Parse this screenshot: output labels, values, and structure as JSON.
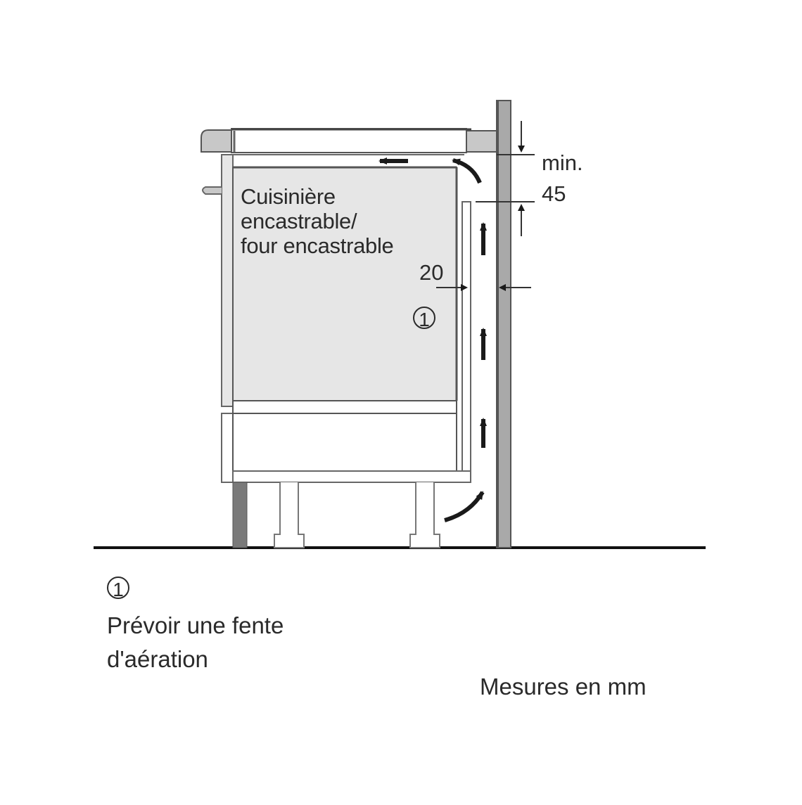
{
  "diagram": {
    "title": "Built-in cooker installation ventilation diagram",
    "oven_label": {
      "line1": "Cuisinière",
      "line2": "encastrable/",
      "line3": "four encastrable"
    },
    "dimensions": {
      "side_gap": "20",
      "top_gap_prefix": "min.",
      "top_gap_value": "45"
    },
    "callout_marker": "1",
    "legend": {
      "marker": "1",
      "line1": "Prévoir une fente",
      "line2": "d'aération"
    },
    "units_note": "Mesures en mm",
    "colors": {
      "line": "#555555",
      "dark": "#1a1a1a",
      "oven_fill": "#e6e6e6",
      "worktop_fill": "#c8c8c8",
      "wall_fill": "#a9a9a9",
      "plinth_fill": "#7a7a7a",
      "background": "#ffffff"
    }
  }
}
